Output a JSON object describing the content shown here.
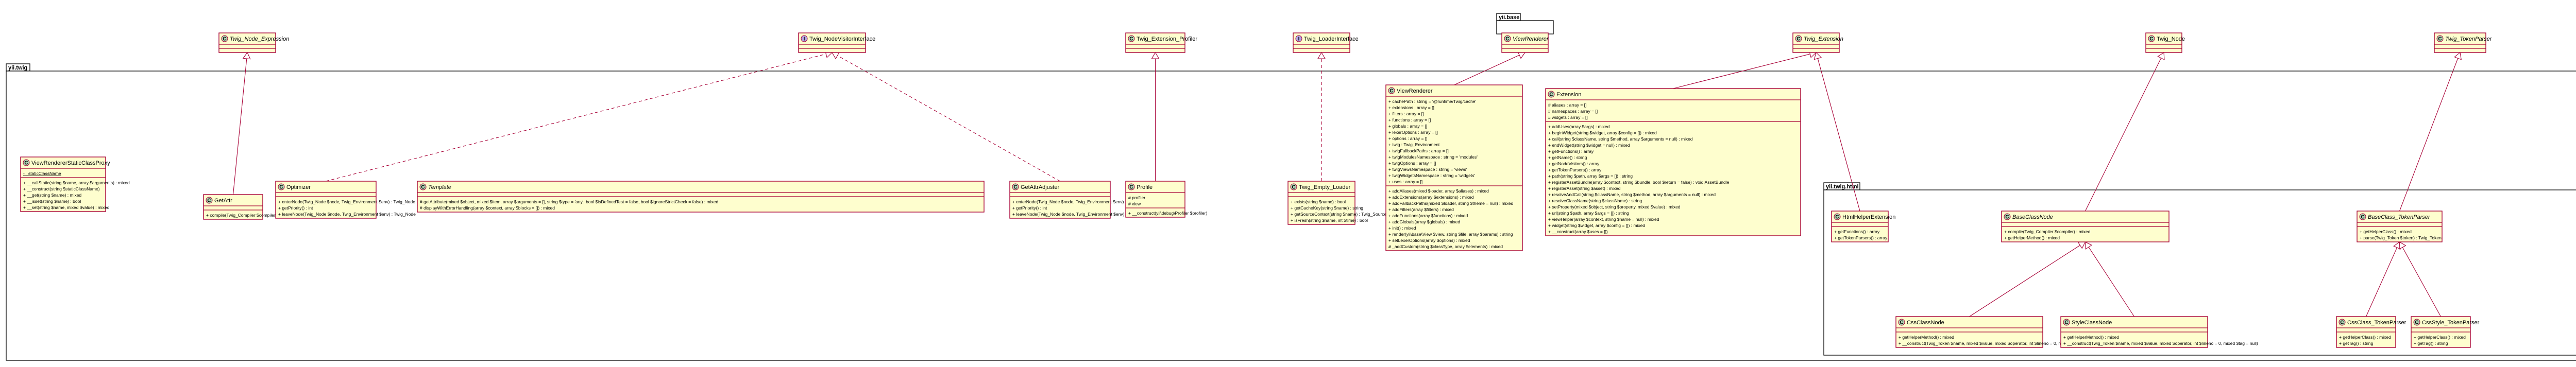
{
  "diagram": {
    "packages": [
      {
        "id": "yii_base",
        "label": "yii.base"
      },
      {
        "id": "yii_twig",
        "label": "yii.twig"
      },
      {
        "id": "yii_twig_html",
        "label": "yii.twig.html"
      }
    ],
    "classes": [
      {
        "id": "Twig_Node_Expression",
        "name": "Twig_Node_Expression",
        "stereotype": "C",
        "abstract": true,
        "compact": true,
        "attributes": [],
        "methods": []
      },
      {
        "id": "Twig_NodeVisitorInterface",
        "name": "Twig_NodeVisitorInterface",
        "stereotype": "I",
        "abstract": false,
        "compact": true,
        "attributes": [],
        "methods": []
      },
      {
        "id": "Twig_Extension_Profiler",
        "name": "Twig_Extension_Profiler",
        "stereotype": "C",
        "abstract": false,
        "compact": true,
        "attributes": [],
        "methods": []
      },
      {
        "id": "Twig_LoaderInterface",
        "name": "Twig_LoaderInterface",
        "stereotype": "I",
        "abstract": false,
        "compact": true,
        "attributes": [],
        "methods": []
      },
      {
        "id": "Twig_Extension",
        "name": "Twig_Extension",
        "stereotype": "C",
        "abstract": true,
        "compact": true,
        "attributes": [],
        "methods": []
      },
      {
        "id": "Twig_Node",
        "name": "Twig_Node",
        "stereotype": "C",
        "abstract": false,
        "compact": true,
        "attributes": [],
        "methods": []
      },
      {
        "id": "Twig_TokenParser",
        "name": "Twig_TokenParser",
        "stereotype": "C",
        "abstract": true,
        "compact": true,
        "attributes": [],
        "methods": []
      },
      {
        "id": "base_ViewRenderer",
        "name": "ViewRenderer",
        "stereotype": "C",
        "abstract": true,
        "compact": true,
        "attributes": [],
        "methods": []
      },
      {
        "id": "ViewRendererStaticClassProxy",
        "name": "ViewRendererStaticClassProxy",
        "stereotype": "C",
        "abstract": false,
        "compact": false,
        "attributes": [
          "- _staticClassName"
        ],
        "methods": [
          "+ __callStatic(string $name, array $arguments) : mixed",
          "+ __construct(string $staticClassName)",
          "+ __get(string $name) : mixed",
          "+ __isset(string $name) : bool",
          "+ __set(string $name, mixed $value) : mixed"
        ]
      },
      {
        "id": "GetAttr",
        "name": "GetAttr",
        "stereotype": "C",
        "abstract": false,
        "compact": false,
        "attributes": [],
        "methods": [
          "+ compile(Twig_Compiler $compiler) : mixed"
        ]
      },
      {
        "id": "Optimizer",
        "name": "Optimizer",
        "stereotype": "C",
        "abstract": false,
        "compact": false,
        "attributes": [],
        "methods": [
          "+ enterNode(Twig_Node $node, Twig_Environment $env) : Twig_Node",
          "+ getPriority() : int",
          "+ leaveNode(Twig_Node $node, Twig_Environment $env) : Twig_Node"
        ]
      },
      {
        "id": "Template",
        "name": "Template",
        "stereotype": "C",
        "abstract": true,
        "compact": false,
        "attributes": [],
        "methods": [
          "# getAttribute(mixed $object, mixed $item, array $arguments = [], string $type = 'any', bool $isDefinedTest = false, bool $ignoreStrictCheck = false) : mixed",
          "# displayWithErrorHandling(array $context, array $blocks = []) : mixed"
        ]
      },
      {
        "id": "GetAttrAdjuster",
        "name": "GetAttrAdjuster",
        "stereotype": "C",
        "abstract": false,
        "compact": false,
        "attributes": [],
        "methods": [
          "+ enterNode(Twig_Node $node, Twig_Environment $env) : Twig_Node",
          "+ getPriority() : int",
          "+ leaveNode(Twig_Node $node, Twig_Environment $env) : Twig_Node"
        ]
      },
      {
        "id": "Profile",
        "name": "Profile",
        "stereotype": "C",
        "abstract": false,
        "compact": false,
        "attributes": [
          "# profiler",
          "# view"
        ],
        "methods": [
          "+ __construct(yii\\debug\\Profiler $profiler)"
        ]
      },
      {
        "id": "Twig_Empty_Loader",
        "name": "Twig_Empty_Loader",
        "stereotype": "C",
        "abstract": false,
        "compact": false,
        "attributes": [],
        "methods": [
          "+ exists(string $name) : bool",
          "+ getCacheKey(string $name) : string",
          "+ getSourceContext(string $name) : Twig_Source",
          "+ isFresh(string $name, int $time) : bool"
        ]
      },
      {
        "id": "twig_ViewRenderer",
        "name": "ViewRenderer",
        "stereotype": "C",
        "abstract": false,
        "compact": false,
        "attributes": [
          "+ cachePath : string = '@runtime/Twig/cache'",
          "+ extensions : array = []",
          "+ filters : array = []",
          "+ functions : array = []",
          "+ globals : array = []",
          "+ lexerOptions : array = []",
          "+ options : array = []",
          "+ twig : Twig_Environment",
          "+ twigFallbackPaths : array = []",
          "+ twigModulesNamespace : string = 'modules'",
          "+ twigOptions : array = []",
          "+ twigViewsNamespace : string = 'views'",
          "+ twigWidgetsNamespace : string = 'widgets'",
          "+ uses : array = []"
        ],
        "methods": [
          "+ addAliases(mixed $loader, array $aliases) : mixed",
          "+ addExtensions(array $extensions) : mixed",
          "+ addFallbackPaths(mixed $loader, string $theme = null) : mixed",
          "+ addFilters(array $filters) : mixed",
          "+ addFunctions(array $functions) : mixed",
          "+ addGlobals(array $globals) : mixed",
          "+ init() : mixed",
          "+ render(yii\\base\\View $view, string $file, array $params) : string",
          "+ setLexerOptions(array $options) : mixed",
          "# _addCustom(string $classType, array $elements) : mixed"
        ]
      },
      {
        "id": "Extension",
        "name": "Extension",
        "stereotype": "C",
        "abstract": false,
        "compact": false,
        "attributes": [
          "# aliases : array = []",
          "# namespaces : array = []",
          "# widgets : array = []"
        ],
        "methods": [
          "+ addUses(array $args) : mixed",
          "+ beginWidget(string $widget, array $config = []) : mixed",
          "+ call(string $className, string $method, array $arguments = null) : mixed",
          "+ endWidget(string $widget = null) : mixed",
          "+ getFunctions() : array",
          "+ getName() : string",
          "+ getNodeVisitors() : array",
          "+ getTokenParsers() : array",
          "+ path(string $path, array $args = []) : string",
          "+ registerAssetBundle(array $context, string $bundle, bool $return = false) : void|AssetBundle",
          "+ registerAsset(string $asset) : mixed",
          "+ resolveAndCall(string $className, string $method, array $arguments = null) : mixed",
          "+ resolveClassName(string $className) : string",
          "+ setProperty(mixed $object, string $property, mixed $value) : mixed",
          "+ url(string $path, array $args = []) : string",
          "+ viewHelper(array $context, string $name = null) : mixed",
          "+ widget(string $widget, array $config = []) : mixed",
          "+ __construct(array $uses = [])"
        ]
      },
      {
        "id": "HtmlHelperExtension",
        "name": "HtmlHelperExtension",
        "stereotype": "C",
        "abstract": false,
        "compact": false,
        "attributes": [],
        "methods": [
          "+ getFunctions() : array",
          "+ getTokenParsers() : array"
        ]
      },
      {
        "id": "BaseClassNode",
        "name": "BaseClassNode",
        "stereotype": "C",
        "abstract": true,
        "compact": false,
        "attributes": [],
        "methods": [
          "+ compile(Twig_Compiler $compiler) : mixed",
          "+ getHelperMethod() : mixed"
        ]
      },
      {
        "id": "BaseClass_TokenParser",
        "name": "BaseClass_TokenParser",
        "stereotype": "C",
        "abstract": true,
        "compact": false,
        "attributes": [],
        "methods": [
          "+ getHelperClass() : mixed",
          "+ parse(Twig_Token $token) : Twig_Token"
        ]
      },
      {
        "id": "CssClassNode",
        "name": "CssClassNode",
        "stereotype": "C",
        "abstract": false,
        "compact": false,
        "attributes": [],
        "methods": [
          "+ getHelperMethod() : mixed",
          "+ __construct(Twig_Token $name, mixed $value, mixed $operator, int $lineno = 0, mixed $tag = null)"
        ]
      },
      {
        "id": "StyleClassNode",
        "name": "StyleClassNode",
        "stereotype": "C",
        "abstract": false,
        "compact": false,
        "attributes": [],
        "methods": [
          "+ getHelperMethod() : mixed",
          "+ __construct(Twig_Token $name, mixed $value, mixed $operator, int $lineno = 0, mixed $tag = null)"
        ]
      },
      {
        "id": "CssClass_TokenParser",
        "name": "CssClass_TokenParser",
        "stereotype": "C",
        "abstract": false,
        "compact": false,
        "attributes": [],
        "methods": [
          "+ getHelperClass() : mixed",
          "+ getTag() : string"
        ]
      },
      {
        "id": "CssStyle_TokenParser",
        "name": "CssStyle_TokenParser",
        "stereotype": "C",
        "abstract": false,
        "compact": false,
        "attributes": [],
        "methods": [
          "+ getHelperClass() : mixed",
          "+ getTag() : string"
        ]
      }
    ],
    "relations": [
      {
        "from": "GetAttr",
        "to": "Twig_Node_Expression",
        "kind": "extends"
      },
      {
        "from": "Optimizer",
        "to": "Twig_NodeVisitorInterface",
        "kind": "implements"
      },
      {
        "from": "GetAttrAdjuster",
        "to": "Twig_NodeVisitorInterface",
        "kind": "implements"
      },
      {
        "from": "Profile",
        "to": "Twig_Extension_Profiler",
        "kind": "extends"
      },
      {
        "from": "Twig_Empty_Loader",
        "to": "Twig_LoaderInterface",
        "kind": "implements"
      },
      {
        "from": "twig_ViewRenderer",
        "to": "base_ViewRenderer",
        "kind": "extends"
      },
      {
        "from": "Extension",
        "to": "Twig_Extension",
        "kind": "extends"
      },
      {
        "from": "HtmlHelperExtension",
        "to": "Twig_Extension",
        "kind": "extends"
      },
      {
        "from": "BaseClassNode",
        "to": "Twig_Node",
        "kind": "extends"
      },
      {
        "from": "BaseClass_TokenParser",
        "to": "Twig_TokenParser",
        "kind": "extends"
      },
      {
        "from": "CssClassNode",
        "to": "BaseClassNode",
        "kind": "extends"
      },
      {
        "from": "StyleClassNode",
        "to": "BaseClassNode",
        "kind": "extends"
      },
      {
        "from": "CssClass_TokenParser",
        "to": "BaseClass_TokenParser",
        "kind": "extends"
      },
      {
        "from": "CssStyle_TokenParser",
        "to": "BaseClass_TokenParser",
        "kind": "extends"
      }
    ]
  },
  "colors": {
    "class_fill": "#fefece",
    "class_border": "#a80036",
    "edge": "#a80036",
    "stereotype_class": "#add1b2",
    "stereotype_interface": "#b4a7e5"
  }
}
